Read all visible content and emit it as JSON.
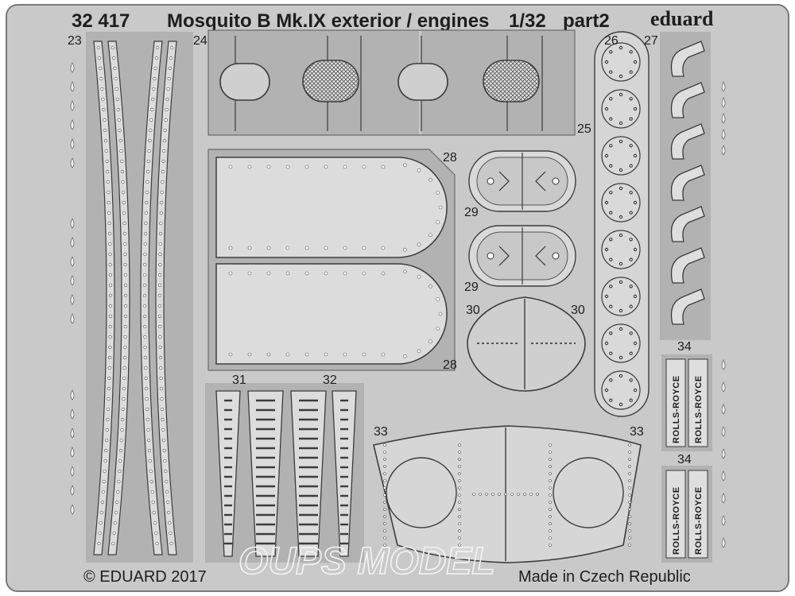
{
  "header": {
    "code": "32 417",
    "title": "Mosquito B Mk.IX exterior / engines",
    "scale": "1/32",
    "part": "part2",
    "brand": "eduard"
  },
  "footer": {
    "copyright": "© EDUARD 2017",
    "origin": "Made in Czech Republic"
  },
  "watermark": {
    "text": "OUPS MODEL"
  },
  "part_numbers": {
    "p23": "23",
    "p24": "24",
    "p25": "25",
    "p26": "26",
    "p27": "27",
    "p28": "28",
    "p29": "29",
    "p30": "30",
    "p31": "31",
    "p32": "32",
    "p33": "33",
    "p34": "34"
  },
  "engine_plate_text": "ROLLS-ROYCE",
  "colors": {
    "fret": "#c9c9c9",
    "fret_edge": "#7a7a7a",
    "frame": "#b2b2b2",
    "part": "#d9d9d9",
    "line": "#3c3c3c",
    "text": "#1e1e1e",
    "background": "#ffffff"
  }
}
